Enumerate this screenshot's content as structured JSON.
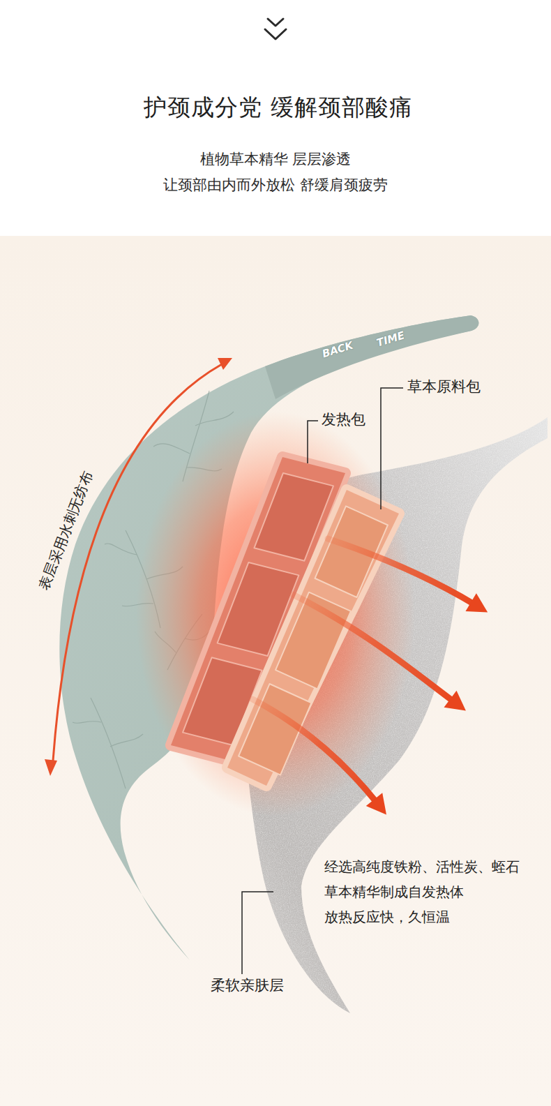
{
  "diagram": {
    "title": "护颈成分党 缓解颈部酸痛",
    "labels": [
      "植物草本精华 层层渗透",
      "让颈部由内而外放松 舒缓肩颈疲劳",
      "BACK",
      "TIME",
      "草本原料包",
      "发热包",
      "表层采用水刺无纺布",
      "经选高纯度铁粉、活性炭、蛭石",
      "草本精华制成自发热体",
      "放热反应快，久恒温",
      "柔软亲肤层"
    ]
  }
}
